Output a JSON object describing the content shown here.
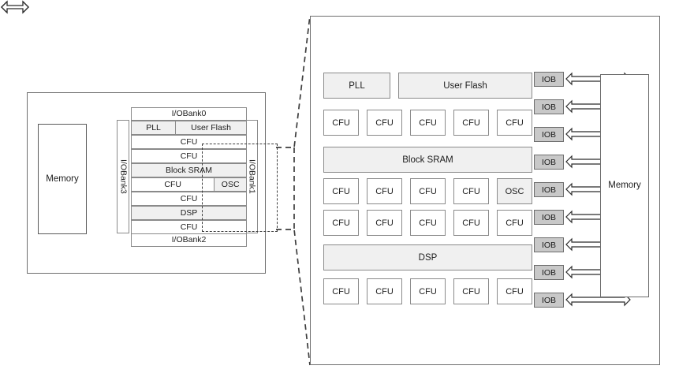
{
  "figure": {
    "title": "FPGA architecture overview with magnified tile detail",
    "colors": {
      "block_fill_light": "#f0f0f0",
      "block_fill_gray": "#c8c8c8",
      "block_fill_white": "#ffffff",
      "border": "#8a8a8a",
      "frame_border": "#6e6e6e",
      "dashed_highlight": "#3d3d3d",
      "text": "#1c1c1c"
    }
  },
  "left_overview": {
    "memory_label": "Memory",
    "io_banks": {
      "top": "I/OBank0",
      "right": "I/OBank1",
      "bottom": "I/OBank2",
      "left": "I/OBank3"
    },
    "rows": [
      {
        "cells": [
          {
            "label": "PLL",
            "fill": "light",
            "width_pct": 38
          },
          {
            "label": "User Flash",
            "fill": "light",
            "width_pct": 62
          }
        ]
      },
      {
        "cells": [
          {
            "label": "CFU",
            "fill": "white",
            "width_pct": 100
          }
        ]
      },
      {
        "cells": [
          {
            "label": "CFU",
            "fill": "white",
            "width_pct": 100
          }
        ]
      },
      {
        "cells": [
          {
            "label": "Block SRAM",
            "fill": "light",
            "width_pct": 100
          }
        ]
      },
      {
        "cells": [
          {
            "label": "CFU",
            "fill": "white",
            "width_pct": 72
          },
          {
            "label": "OSC",
            "fill": "light",
            "width_pct": 28
          }
        ]
      },
      {
        "cells": [
          {
            "label": "CFU",
            "fill": "white",
            "width_pct": 100
          }
        ]
      },
      {
        "cells": [
          {
            "label": "DSP",
            "fill": "light",
            "width_pct": 100
          }
        ]
      },
      {
        "cells": [
          {
            "label": "CFU",
            "fill": "white",
            "width_pct": 100
          }
        ]
      }
    ]
  },
  "right_detail": {
    "memory_label": "Memory",
    "iob_label": "IOB",
    "iob_count": 9,
    "rows": [
      {
        "kind": "wide-pair",
        "cells": [
          {
            "label": "PLL",
            "fill": "light"
          },
          {
            "label": "User Flash",
            "fill": "light"
          }
        ]
      },
      {
        "kind": "tiles",
        "cells": [
          {
            "label": "CFU",
            "fill": "white"
          },
          {
            "label": "CFU",
            "fill": "white"
          },
          {
            "label": "CFU",
            "fill": "white"
          },
          {
            "label": "CFU",
            "fill": "white"
          },
          {
            "label": "CFU",
            "fill": "white"
          }
        ]
      },
      {
        "kind": "wide",
        "cells": [
          {
            "label": "Block SRAM",
            "fill": "light"
          }
        ]
      },
      {
        "kind": "tiles",
        "cells": [
          {
            "label": "CFU",
            "fill": "white"
          },
          {
            "label": "CFU",
            "fill": "white"
          },
          {
            "label": "CFU",
            "fill": "white"
          },
          {
            "label": "CFU",
            "fill": "white"
          },
          {
            "label": "OSC",
            "fill": "light"
          }
        ]
      },
      {
        "kind": "tiles",
        "cells": [
          {
            "label": "CFU",
            "fill": "white"
          },
          {
            "label": "CFU",
            "fill": "white"
          },
          {
            "label": "CFU",
            "fill": "white"
          },
          {
            "label": "CFU",
            "fill": "white"
          },
          {
            "label": "CFU",
            "fill": "white"
          }
        ]
      },
      {
        "kind": "wide",
        "cells": [
          {
            "label": "DSP",
            "fill": "light"
          }
        ]
      },
      {
        "kind": "tiles",
        "cells": [
          {
            "label": "CFU",
            "fill": "white"
          },
          {
            "label": "CFU",
            "fill": "white"
          },
          {
            "label": "CFU",
            "fill": "white"
          },
          {
            "label": "CFU",
            "fill": "white"
          },
          {
            "label": "CFU",
            "fill": "white"
          }
        ]
      }
    ]
  }
}
